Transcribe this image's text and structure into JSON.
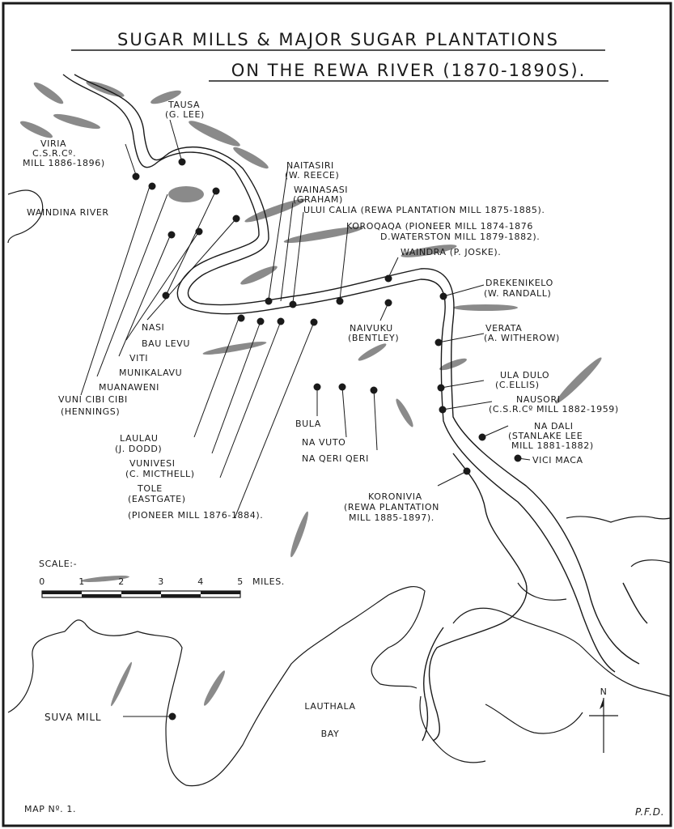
{
  "title": {
    "line1": "SUGAR MILLS & MAJOR SUGAR PLANTATIONS",
    "line2": "ON THE REWA RIVER (1870-1890S)."
  },
  "water": {
    "bay": [
      "LAUTHALA",
      "BAY"
    ],
    "river": "WAINDINA RIVER"
  },
  "labels": {
    "viria": [
      "VIRIA",
      "C.S.R.Cº.",
      "MILL 1886-1896)"
    ],
    "tausa": [
      "TAUSA",
      "(G. LEE)"
    ],
    "naitasiri": [
      "NAITASIRI",
      "(W. REECE)"
    ],
    "wainasasi": [
      "WAINASASI",
      "(GRAHAM)"
    ],
    "ului_calia": [
      "ULUI CALIA (REWA PLANTATION MILL 1875-1885)."
    ],
    "koroqaqa": [
      "KOROQAQA (PIONEER MILL 1874-1876",
      "D.WATERSTON MILL 1879-1882)."
    ],
    "waindra": [
      "WAINDRA (P. JOSKE)."
    ],
    "drekenikelo": [
      "DREKENIKELO",
      "(W. RANDALL)"
    ],
    "naivuku": [
      "NAIVUKU",
      "(BENTLEY)"
    ],
    "verata": [
      "VERATA",
      "(A. WITHEROW)"
    ],
    "ula_dulo": [
      "ULA DULO",
      "(C.ELLIS)"
    ],
    "nausori": [
      "NAUSORI",
      "(C.S.R.Cº MILL 1882-1959)"
    ],
    "na_dali": [
      "NA DALI",
      "(STANLAKE LEE",
      "MILL 1881-1882)"
    ],
    "vici_maca": [
      "VICI MACA"
    ],
    "koronivia": [
      "KORONIVIA",
      "(REWA PLANTATION",
      "MILL 1885-1897)."
    ],
    "bula": [
      "BULA"
    ],
    "na_vuto": [
      "NA VUTO"
    ],
    "na_qeri_qeri": [
      "NA QERI QERI"
    ],
    "nasi": [
      "NASI"
    ],
    "bau_levu": [
      "BAU LEVU"
    ],
    "viti": [
      "VITI"
    ],
    "munikalavu": [
      "MUNIKALAVU"
    ],
    "muanaweni": [
      "MUANAWENI"
    ],
    "vuni_cibi_cibi": [
      "VUNI CIBI CIBI",
      "(HENNINGS)"
    ],
    "laulau": [
      "LAULAU",
      "(J. DODD)"
    ],
    "vunivesi": [
      "VUNIVESI",
      "(C. MICTHELL)"
    ],
    "tole": [
      "TOLE",
      "(EASTGATE)",
      "(PIONEER MILL 1876-1884)."
    ],
    "suva": [
      "SUVA MILL"
    ]
  },
  "scale": {
    "label": "SCALE:-",
    "ticks": [
      "0",
      "1",
      "2",
      "3",
      "4",
      "5"
    ],
    "unit": "MILES."
  },
  "north": "N",
  "map_number": "MAP Nº. 1.",
  "initials": "P.F.D."
}
